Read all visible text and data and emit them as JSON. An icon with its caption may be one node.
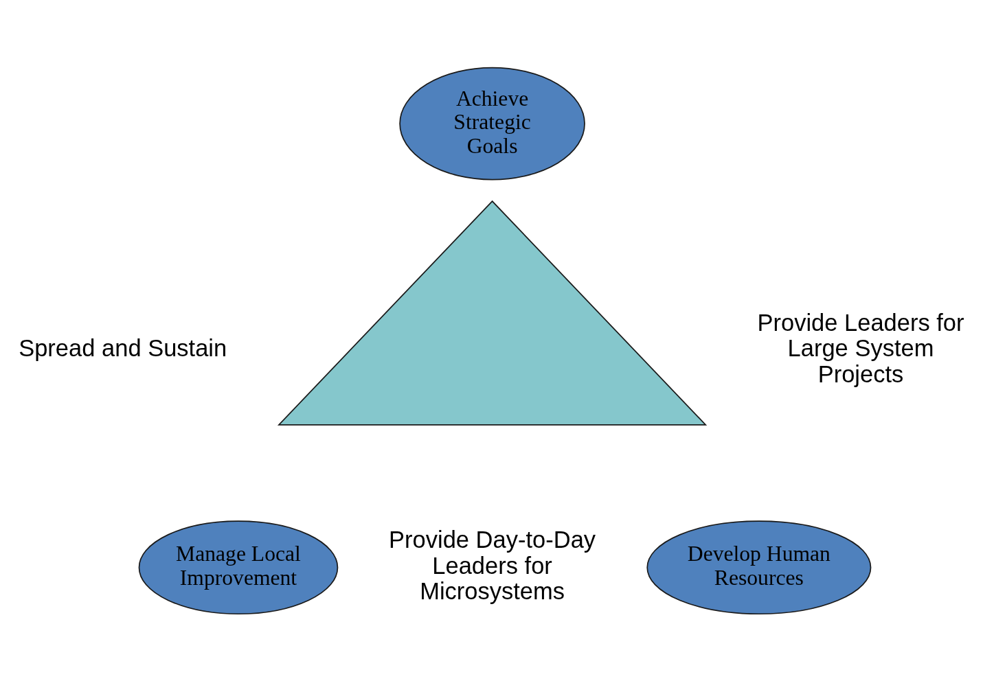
{
  "diagram": {
    "nodes": [
      {
        "text": [
          "Achieve Strategic Goals"
        ]
      },
      {
        "text": [],
        "shape": "triangle"
      },
      {
        "text": [
          "Manage Local Improvement"
        ]
      },
      {
        "text": [
          "Develop Human Resources"
        ]
      }
    ],
    "labels": [
      "Spread and Sustain",
      "Provide Leaders for Large System Projects",
      "Provide Day-to-Day Leaders for Microsystems"
    ]
  }
}
